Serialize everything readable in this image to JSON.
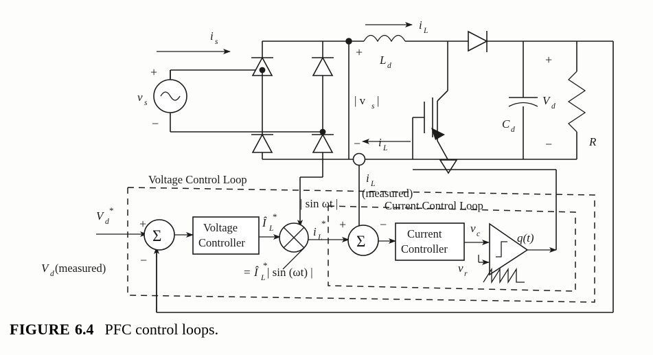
{
  "figure": {
    "label_word": "FIGURE",
    "number": "6.4",
    "caption": "PFC control loops."
  },
  "power_stage": {
    "source_label": "v",
    "source_sub": "s",
    "source_plus": "+",
    "source_minus": "−",
    "source_current": "i",
    "source_current_sub": "s",
    "bridge_output_plus": "+",
    "bridge_output_minus": "−",
    "rectified_voltage": "| v",
    "rectified_voltage_sub": "s",
    "rectified_voltage_close": "|",
    "inductor_label": "L",
    "inductor_sub": "d",
    "inductor_current": "i",
    "inductor_current_sub": "L",
    "return_current": "i",
    "return_current_sub": "L",
    "capacitor_label": "C",
    "capacitor_sub": "d",
    "output_voltage": "V",
    "output_voltage_sub": "d",
    "output_plus": "+",
    "output_minus": "−",
    "load_label": "R"
  },
  "sense": {
    "current_sense_label": "i",
    "current_sense_sub": "L",
    "current_sense_note": "(measured)",
    "voltage_sense_label": "V",
    "voltage_sense_sub": "d",
    "voltage_sense_note": "(measured)"
  },
  "control": {
    "voltage_loop_title": "Voltage Control Loop",
    "current_loop_title": "Current Control Loop",
    "reference_label": "V",
    "reference_sub": "d",
    "reference_sup": "*",
    "sum1_symbol": "Σ",
    "sum1_plus": "+",
    "sum1_minus": "−",
    "voltage_controller": [
      "Voltage",
      "Controller"
    ],
    "voltage_controller_out": "Î",
    "voltage_controller_out_sub": "L",
    "voltage_controller_out_sup": "*",
    "multiplier_symbol": "⊗",
    "sine_input": "| sin ωt |",
    "multiplier_out": "i",
    "multiplier_out_sub": "L",
    "multiplier_out_sup": "*",
    "multiplier_expr_eq": "=",
    "multiplier_expr_amp": "Î",
    "multiplier_expr_amp_sub": "L",
    "multiplier_expr_amp_sup": "*",
    "multiplier_expr_rest": "| sin (ωt) |",
    "sum2_symbol": "Σ",
    "sum2_plus": "+",
    "sum2_minus": "−",
    "current_controller": [
      "Current",
      "Controller"
    ],
    "current_controller_out": "v",
    "current_controller_out_sub": "c",
    "ramp_label": "v",
    "ramp_sub": "r",
    "comparator_out": "q(t)"
  },
  "colors": {
    "ink": "#1c1c1c",
    "paper": "#fdfdfb"
  }
}
